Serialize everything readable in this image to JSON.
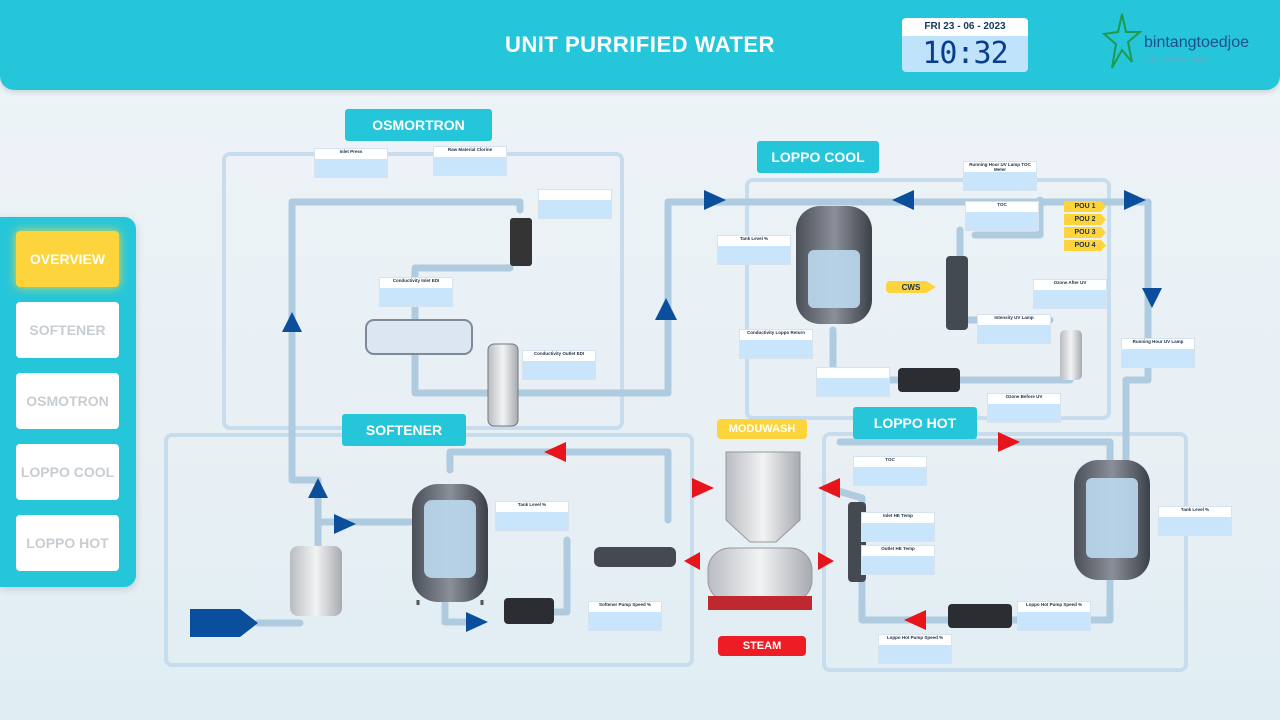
{
  "header": {
    "title": "UNIT PURRIFIED WATER",
    "date": "FRI 23 - 06 - 2023",
    "time": "10:32",
    "logo_name": "bintangtoedjoe",
    "logo_sub": "A Kalbe Company"
  },
  "sidebar": {
    "items": [
      {
        "label": "OVERVIEW",
        "active": true
      },
      {
        "label": "SOFTENER",
        "active": false
      },
      {
        "label": "OSMOTRON",
        "active": false
      },
      {
        "label": "LOPPO COOL",
        "active": false
      },
      {
        "label": "LOPPO HOT",
        "active": false
      }
    ]
  },
  "sections": {
    "osmotron": "OSMORTRON",
    "loppo_cool": "LOPPO COOL",
    "softener": "SOFTENER",
    "loppo_hot": "LOPPO HOT",
    "moduwash": "MODUWASH",
    "steam": "STEAM",
    "cws": "CWS"
  },
  "pou": [
    "POU 1",
    "POU 2",
    "POU 3",
    "POU 4"
  ],
  "indicators": {
    "inlet_press": "Inlet Press",
    "raw_material_clorine": "Raw Material Clorine",
    "conductivity_inlet_edi": "Conductivity Inlet EDI",
    "conductivity_outlet_edi": "Conductivity Outlet EDI",
    "tank_level_cool": "Tank Level %",
    "conductivity_loppo_return": "Conductivity Loppo Return",
    "running_hour_toc": "Running Hour UV Lamp TOC Meter",
    "toc_cool": "TOC",
    "ozone_after_uv": "Ozone After UV",
    "intensity_uv_lamp": "Intensity UV Lamp",
    "running_hour_uv_lamp": "Running Hour UV Lamp",
    "ozone_before_uv": "Ozone Before UV",
    "tank_level_soft": "Tank Level %",
    "softener_pump_speed": "Softener Pump Speed %",
    "toc_hot": "TOC",
    "inlet_he_temp": "Inlet HE Temp",
    "outlet_he_temp": "Outlet HE Temp",
    "tank_level_hot": "Tank Level %",
    "loppo_hot_pump_speed_1": "Loppo Hot Pump Speed %",
    "loppo_hot_pump_speed_2": "Loppo Hot Pump Speed %"
  },
  "colors": {
    "accent": "#26c6da",
    "active": "#fdd43b",
    "flow_blue": "#0b4f9c",
    "flow_red": "#e8141b",
    "steam": "#ee1c25"
  }
}
